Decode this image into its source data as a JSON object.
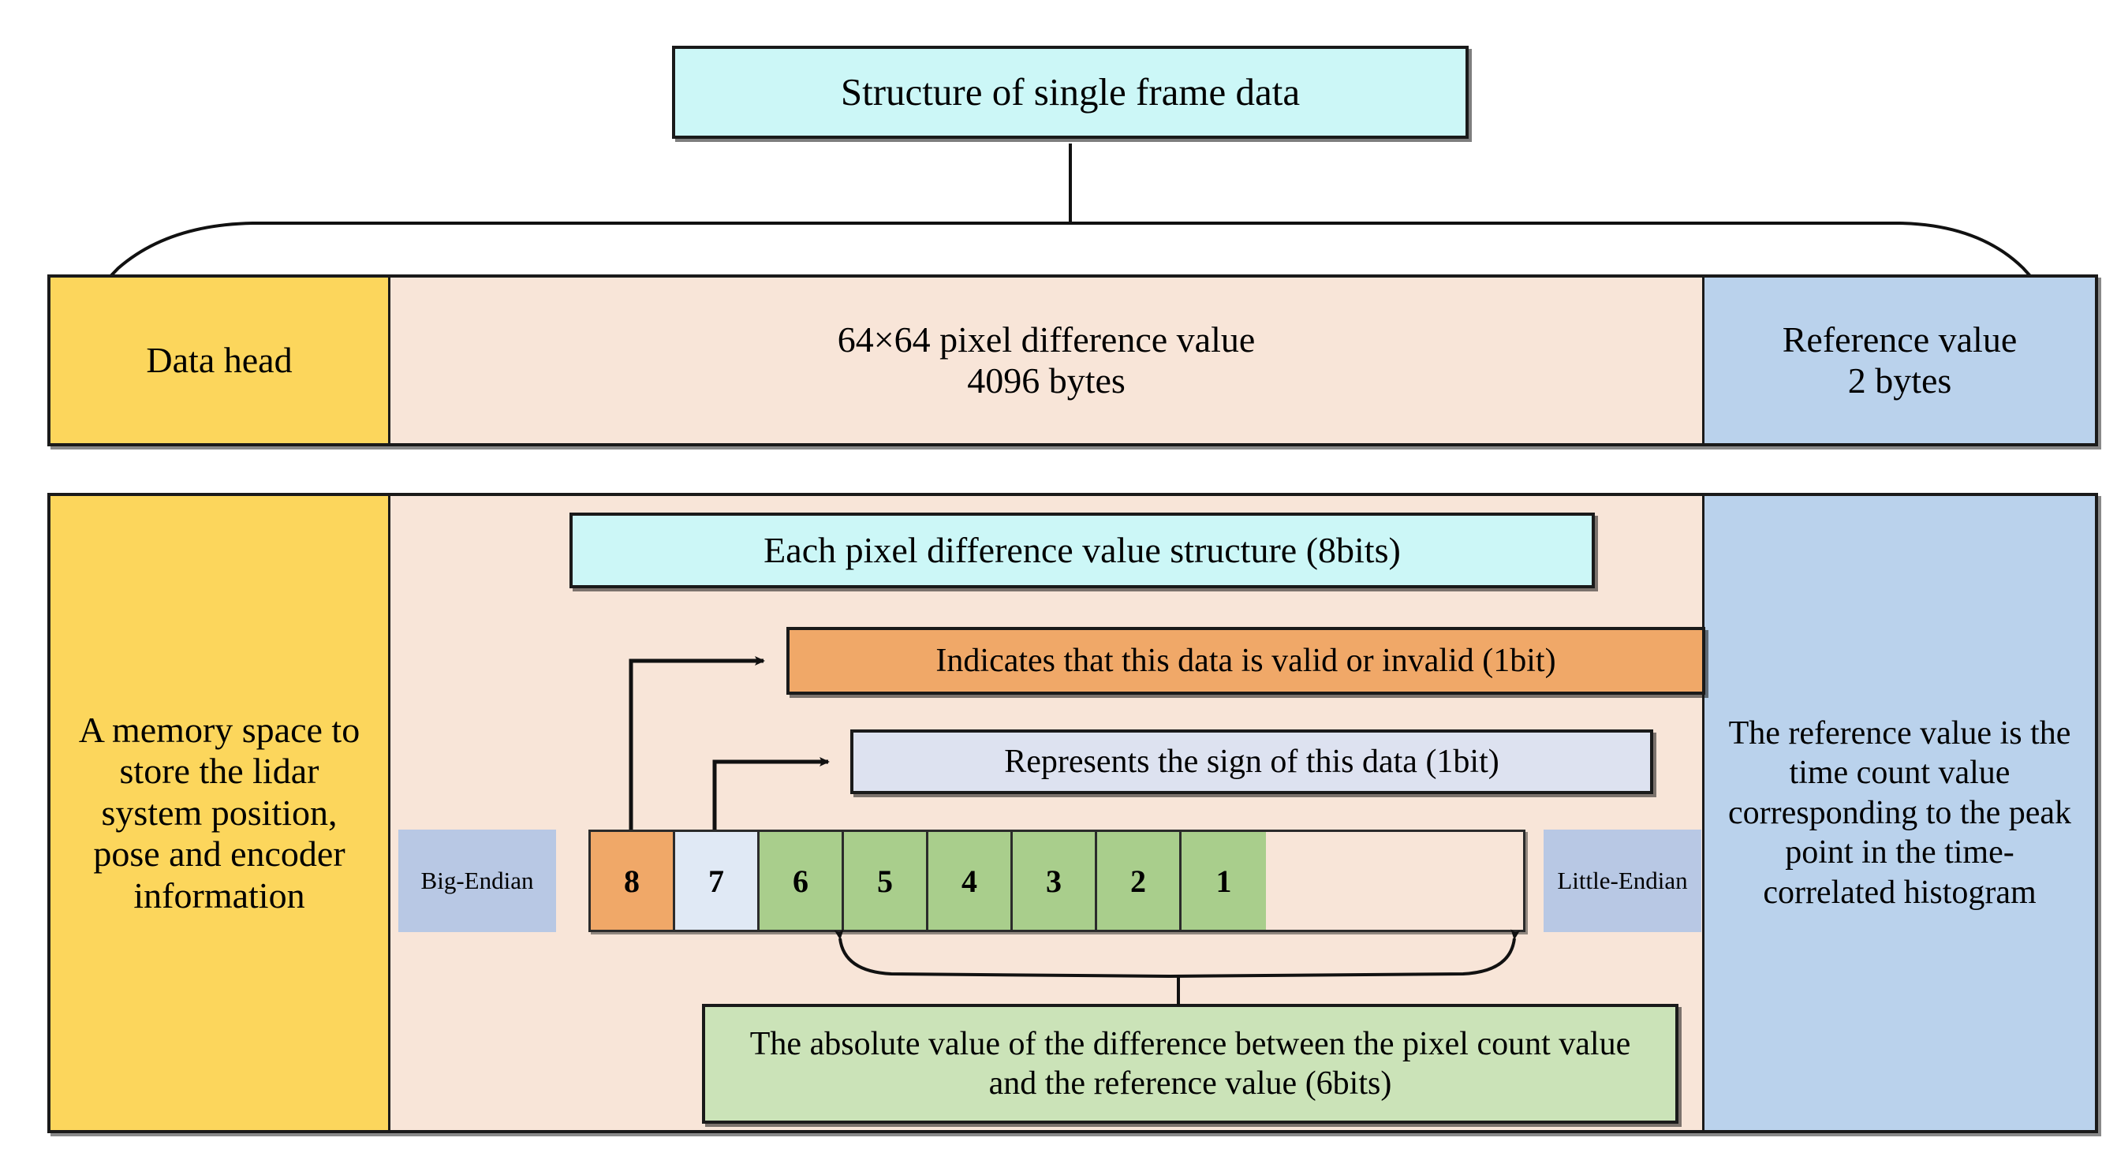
{
  "title": "Structure of single frame data",
  "frame_row": {
    "segments": [
      {
        "label": "Data head",
        "color": "#FCD65C"
      },
      {
        "label_line1": "64×64  pixel difference value",
        "label_line2": "4096 bytes",
        "color": "#F8E5D8"
      },
      {
        "label_line1": "Reference value",
        "label_line2": "2 bytes",
        "color": "#BAD2EC"
      }
    ]
  },
  "detail_row": {
    "left_column": {
      "text": "A memory space to store the lidar system position, pose and encoder information",
      "color": "#FCD65C"
    },
    "middle_column": {
      "color": "#F8E5D8",
      "subtitle": "Each pixel difference value structure (8bits)",
      "callout_valid": "Indicates that this data is valid or invalid (1bit)",
      "callout_sign": "Represents the sign of this data (1bit)",
      "callout_magnitude": "The absolute value of the difference between the pixel count value and the reference value (6bits)",
      "endian_left": "Big-Endian",
      "endian_right": "Little-Endian",
      "bits": [
        {
          "label": "8",
          "color": "#F0A868",
          "role": "valid-flag"
        },
        {
          "label": "7",
          "color": "#E0E9F5",
          "role": "sign-bit"
        },
        {
          "label": "6",
          "color": "#A9CE8C",
          "role": "magnitude"
        },
        {
          "label": "5",
          "color": "#A9CE8C",
          "role": "magnitude"
        },
        {
          "label": "4",
          "color": "#A9CE8C",
          "role": "magnitude"
        },
        {
          "label": "3",
          "color": "#A9CE8C",
          "role": "magnitude"
        },
        {
          "label": "2",
          "color": "#A9CE8C",
          "role": "magnitude"
        },
        {
          "label": "1",
          "color": "#A9CE8C",
          "role": "magnitude"
        }
      ]
    },
    "right_column": {
      "text": "The reference value is the time count value corresponding to the peak point in the time-correlated histogram",
      "color": "#BAD2EC"
    }
  },
  "colors": {
    "title_box": "#CCF7F7",
    "yellow": "#FCD65C",
    "peach": "#F8E5D8",
    "blue": "#BAD2EC",
    "orange": "#F0A868",
    "green_cell": "#A9CE8C",
    "green_callout": "#CBE3B8",
    "lavender_callout": "#DDE2F0",
    "endian_box": "#B8C8E4",
    "line": "#1a1a1a"
  }
}
